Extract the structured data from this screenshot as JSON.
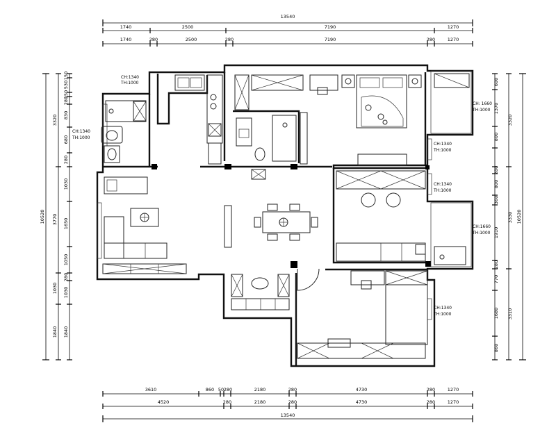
{
  "dimensions": {
    "top_row1": [
      "1740",
      "2500",
      "7190",
      "1270"
    ],
    "top_row2": [
      "1740",
      "280",
      "2500",
      "280",
      "7190",
      "280",
      "1270"
    ],
    "top_total": "13540",
    "bottom_row1": [
      "3610",
      "860",
      "50",
      "280",
      "2180",
      "280",
      "4730",
      "280",
      "1270"
    ],
    "bottom_row2": [
      "4520",
      "280",
      "2180",
      "280",
      "4730",
      "280",
      "1270"
    ],
    "bottom_total": "13540",
    "left_row1": [
      "150",
      "530",
      "150",
      "280",
      "830",
      "680",
      "280",
      "1030",
      "1650",
      "1050",
      "280",
      "1030",
      "1840"
    ],
    "left_row2": [
      "3320",
      "3770",
      "1030",
      "1840"
    ],
    "left_total": "10520",
    "right_row1": [
      "600",
      "1370",
      "800",
      "280",
      "800",
      "360",
      "1910",
      "280",
      "770",
      "1680",
      "860"
    ],
    "right_row2": [
      "3320",
      "3330",
      "3310"
    ],
    "right_total": "10520"
  },
  "annotations": [
    {
      "ch": "CH:1340",
      "th": "TH:1000"
    },
    {
      "ch": "CH:1340",
      "th": "TH:1000"
    },
    {
      "ch": "CH: 1660",
      "th": "TH:1000"
    },
    {
      "ch": "CH:1340",
      "th": "TH:1000"
    },
    {
      "ch": "CH:1340",
      "th": "TH:1000"
    },
    {
      "ch": "CH:1660",
      "th": "TH:1000"
    },
    {
      "ch": "CH:1340",
      "th": "TH:1000"
    }
  ]
}
